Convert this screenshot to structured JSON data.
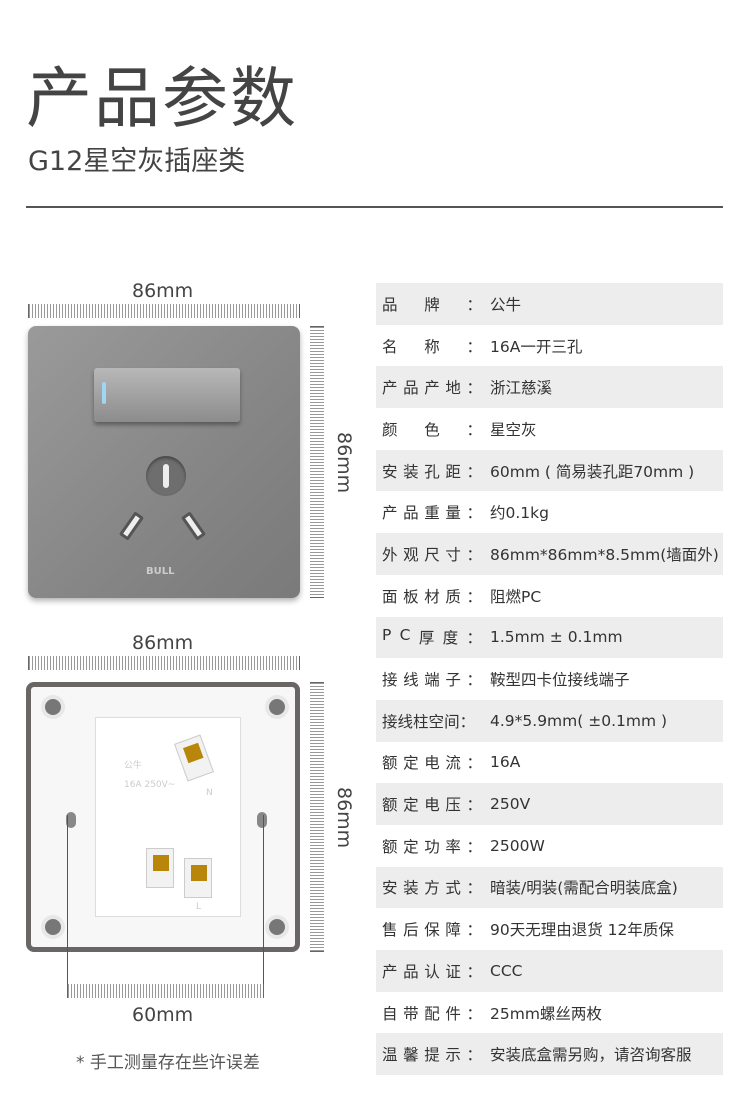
{
  "header": {
    "title": "产品参数",
    "subtitle": "G12星空灰插座类"
  },
  "front": {
    "width_label": "86mm",
    "height_label": "86mm",
    "logo_text": "BULL"
  },
  "back": {
    "width_label": "86mm",
    "height_label": "86mm",
    "mount_label": "60mm",
    "brand_mark": "公牛",
    "rating_mark": "16A 250V~",
    "neutral_mark": "N",
    "live_mark": "L"
  },
  "note": "* 手工测量存在些许误差",
  "specs": [
    {
      "key": "品牌",
      "value": "公牛"
    },
    {
      "key": "名称",
      "value": "16A一开三孔"
    },
    {
      "key": "产品产地",
      "value": "浙江慈溪"
    },
    {
      "key": "颜色",
      "value": "星空灰"
    },
    {
      "key": "安装孔距",
      "value": "60mm ( 简易装孔距70mm )"
    },
    {
      "key": "产品重量",
      "value": "约0.1kg"
    },
    {
      "key": "外观尺寸",
      "value": "86mm*86mm*8.5mm(墙面外)"
    },
    {
      "key": "面板材质",
      "value": "阻燃PC"
    },
    {
      "key": "PC厚度",
      "value": "1.5mm ± 0.1mm"
    },
    {
      "key": "接线端子",
      "value": "鞍型四卡位接线端子"
    },
    {
      "key": "接线柱空间",
      "value": "4.9*5.9mm( ±0.1mm )"
    },
    {
      "key": "额定电流",
      "value": "16A"
    },
    {
      "key": "额定电压",
      "value": "250V"
    },
    {
      "key": "额定功率",
      "value": "2500W"
    },
    {
      "key": "安装方式",
      "value": "暗装/明装(需配合明装底盒)"
    },
    {
      "key": "售后保障",
      "value": "90天无理由退货 12年质保"
    },
    {
      "key": "产品认证",
      "value": "CCC"
    },
    {
      "key": "自带配件",
      "value": "25mm螺丝两枚"
    },
    {
      "key": "温馨提示",
      "value": "安装底盒需另购，请咨询客服"
    }
  ]
}
